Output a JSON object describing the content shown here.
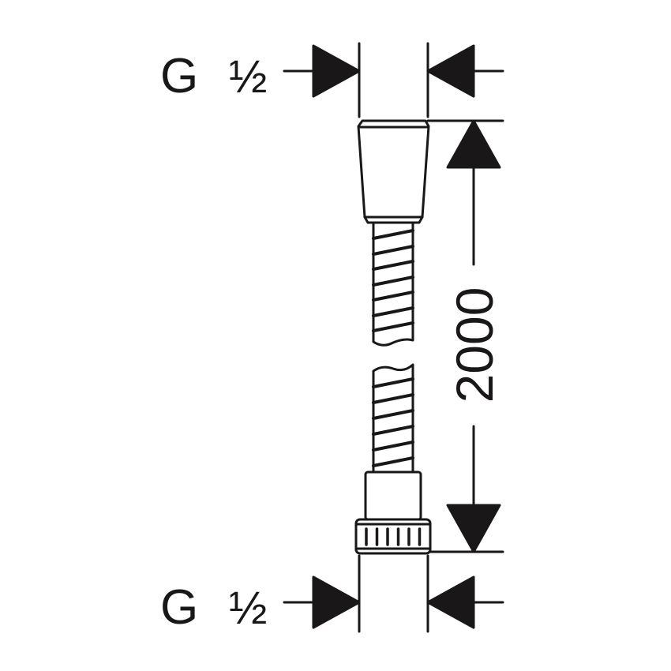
{
  "top_thread": {
    "letter": "G",
    "size": "½"
  },
  "bottom_thread": {
    "letter": "G",
    "size": "½"
  },
  "length_dimension": "2000",
  "colors": {
    "line": "#1a1718",
    "background": "#ffffff"
  }
}
